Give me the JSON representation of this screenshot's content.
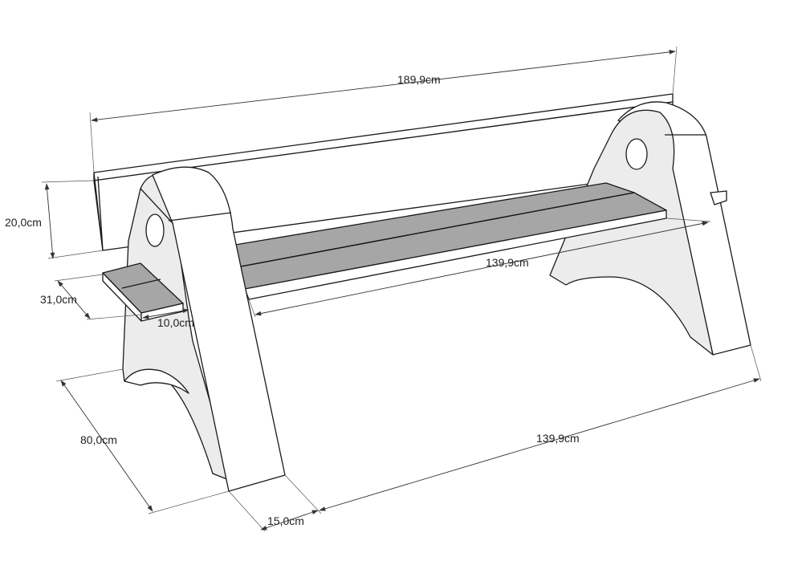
{
  "dimensions": {
    "overall_length": "189,9cm",
    "backrest_height": "20,0cm",
    "armrest_length": "31,0cm",
    "armrest_width": "10,0cm",
    "seat_length": "139,9cm",
    "leg_depth": "80,0cm",
    "leg_thickness": "15,0cm",
    "leg_spacing": "139,9cm"
  },
  "colors": {
    "seat_board": "#a6a6a6",
    "leg_face": "#ececec",
    "leg_side": "#ffffff",
    "outline": "#1a1a1a"
  }
}
